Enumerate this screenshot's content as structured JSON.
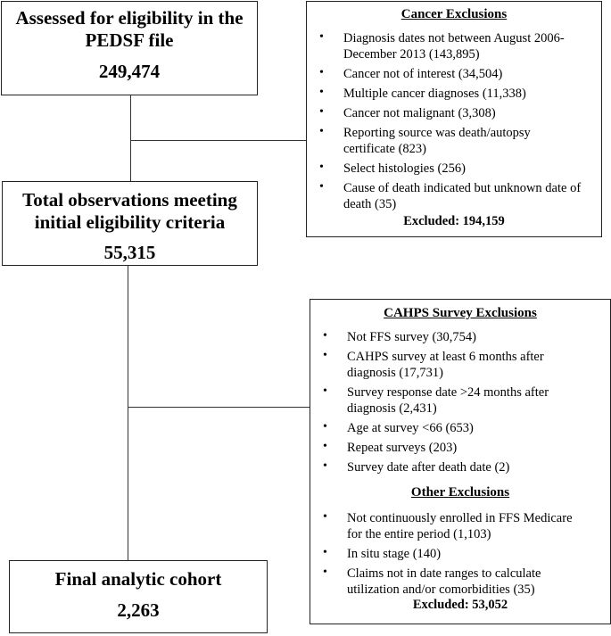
{
  "assessed": {
    "lines": [
      "Assessed for eligibility in the",
      "PEDSF file"
    ],
    "count": "249,474"
  },
  "total_obs": {
    "lines": [
      "Total observations meeting",
      "initial eligibility criteria"
    ],
    "count": "55,315"
  },
  "final": {
    "title": "Final analytic cohort",
    "count": "2,263"
  },
  "cancer_exclusions": {
    "title": "Cancer Exclusions",
    "items": [
      [
        "Diagnosis dates not between August 2006-",
        "December 2013 (143,895)"
      ],
      [
        "Cancer not of interest (34,504)"
      ],
      [
        "Multiple cancer diagnoses (11,338)"
      ],
      [
        "Cancer not malignant (3,308)"
      ],
      [
        "Reporting source was death/autopsy",
        "certificate (823)"
      ],
      [
        "Select histologies (256)"
      ],
      [
        "Cause of death indicated but unknown date of",
        "death (35)"
      ]
    ],
    "excluded": "Excluded: 194,159"
  },
  "cahps_exclusions": {
    "title": "CAHPS Survey Exclusions",
    "items": [
      [
        "Not FFS survey (30,754)"
      ],
      [
        "CAHPS survey at least 6 months after",
        "diagnosis (17,731)"
      ],
      [
        "Survey response date >24 months after",
        "diagnosis (2,431)"
      ],
      [
        "Age at survey <66 (653)"
      ],
      [
        "Repeat surveys (203)"
      ],
      [
        "Survey date after death date (2)"
      ]
    ]
  },
  "other_exclusions": {
    "title": "Other Exclusions",
    "items": [
      [
        "Not continuously enrolled in FFS Medicare",
        "for the entire period (1,103)"
      ],
      [
        "In situ stage (140)"
      ],
      [
        "Claims not in date ranges to calculate",
        "utilization and/or comorbidities (35)"
      ]
    ],
    "excluded": "Excluded: 53,052"
  },
  "bullet_glyph": "•"
}
